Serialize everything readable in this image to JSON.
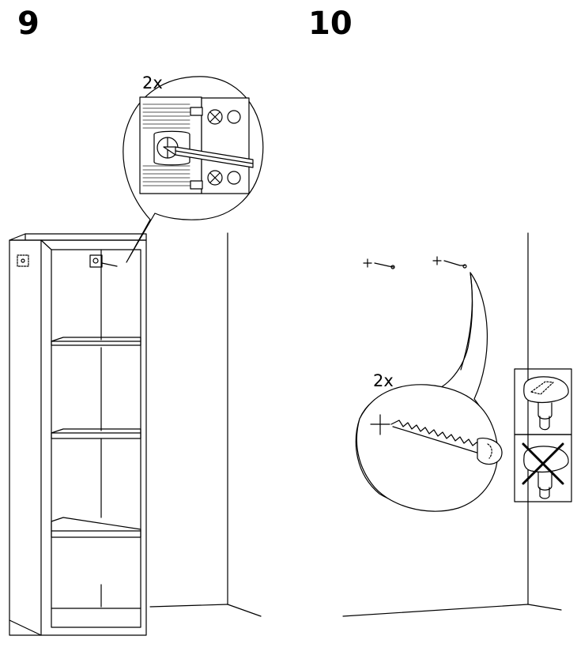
{
  "steps": [
    {
      "number": "9",
      "quantity": "2x"
    },
    {
      "number": "10",
      "quantity": "2x"
    }
  ],
  "icons": {
    "step9": [
      "bookcase-illustration",
      "wall-illustration",
      "pencil-icon",
      "hinge-bracket-icon"
    ],
    "step10": [
      "screw-icon",
      "wall-illustration",
      "correct-screw-head-icon",
      "incorrect-screw-head-icon"
    ]
  },
  "colors": {
    "line": "#000000",
    "background": "#ffffff",
    "hatch": "#555555"
  }
}
